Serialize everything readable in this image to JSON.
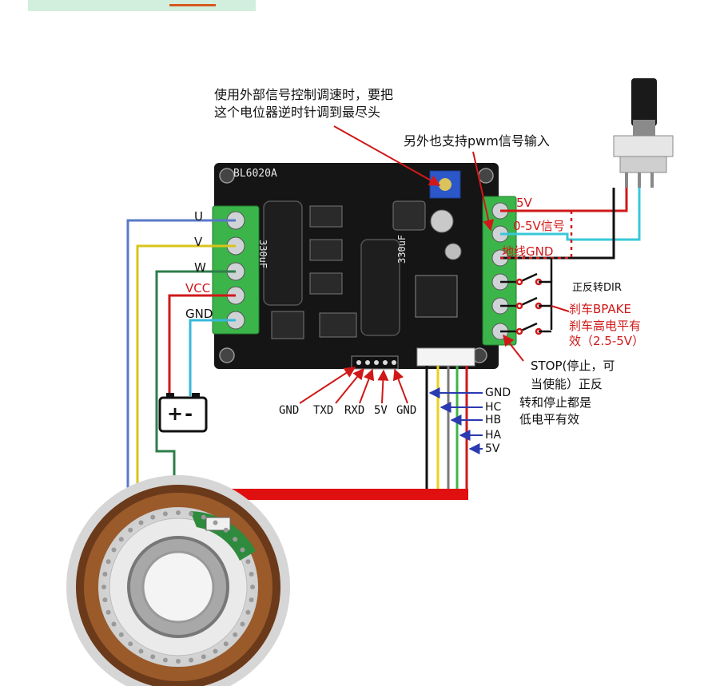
{
  "board": {
    "model": "BL6020A",
    "cap_label_left": "330uF",
    "cap_label_right": "330uF"
  },
  "notes": {
    "pot_line1": "使用外部信号控制调速时，要把",
    "pot_line2": "这个电位器逆时针调到最尽头",
    "pwm": "另外也支持pwm信号输入",
    "stop_line1": "STOP(停止，可",
    "stop_line2": "当使能）正反",
    "stop_line3": "转和停止都是",
    "stop_line4": "低电平有效"
  },
  "left_terminals": {
    "u": "U",
    "v": "V",
    "w": "W",
    "vcc": "VCC",
    "gnd": "GND"
  },
  "right_terminals": {
    "v5": "5V",
    "signal": "0-5V信号",
    "gnd": "地线GND",
    "dir": "正反转DIR",
    "brake": "刹车BPAKE",
    "brake_note1": "刹车高电平有",
    "brake_note2": "效（2.5-5V）"
  },
  "serial_header": {
    "gnd_left": "GND",
    "txd": "TXD",
    "rxd": "RXD",
    "v5": "5V",
    "gnd_right": "GND"
  },
  "hall_header": {
    "gnd": "GND",
    "hc": "HC",
    "hb": "HB",
    "ha": "HA",
    "v5": "5V"
  },
  "battery_symbol": "+-"
}
